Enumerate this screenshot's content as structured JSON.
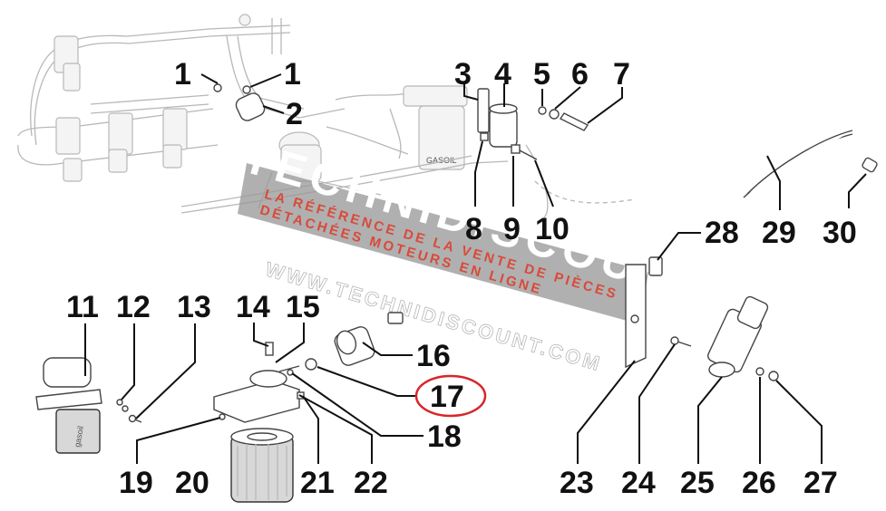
{
  "diagram": {
    "labels": [
      "1",
      "1",
      "2",
      "3",
      "4",
      "5",
      "6",
      "7",
      "8",
      "9",
      "10",
      "11",
      "12",
      "13",
      "14",
      "15",
      "16",
      "17",
      "18",
      "19",
      "20",
      "21",
      "22",
      "23",
      "24",
      "25",
      "26",
      "27",
      "28",
      "29",
      "30"
    ],
    "highlighted_label": "17",
    "highlight_color": "#d7262b",
    "watermark": {
      "title": "TECHNIDISCOUNT",
      "line1": "LA RÉFÉRENCE DE LA VENTE DE PIÈCES",
      "line2": "DÉTACHÉES MOTEURS EN LIGNE",
      "url": "WWW.TECHNIDISCOUNT.COM",
      "band_color": "#9a9a9a",
      "accent_color": "#d94a3a"
    },
    "part_markings": {
      "filter_text": "gasoil",
      "bowl_text": "GASOIL"
    }
  }
}
